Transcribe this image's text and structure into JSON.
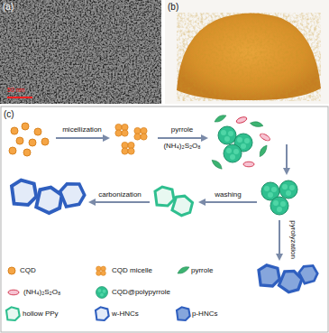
{
  "diagram": {
    "labels": [
      "(a)",
      "50 nm",
      "(b)",
      "(c)",
      "micellization",
      "pyrrole",
      "(NH₄)₂S₂O₈",
      "washing",
      "carbonization",
      "pyrolyzation"
    ],
    "legend": [
      {
        "text": "CQD"
      },
      {
        "text": "CQD micelle"
      },
      {
        "text": "pyrrole"
      },
      {
        "text": "(NH₄)₂S₂O₈"
      },
      {
        "text": "CQD@polypyrrole"
      },
      {
        "text": "hollow PPy"
      },
      {
        "text": "w-HNCs"
      },
      {
        "text": "p-HNCs"
      }
    ]
  }
}
